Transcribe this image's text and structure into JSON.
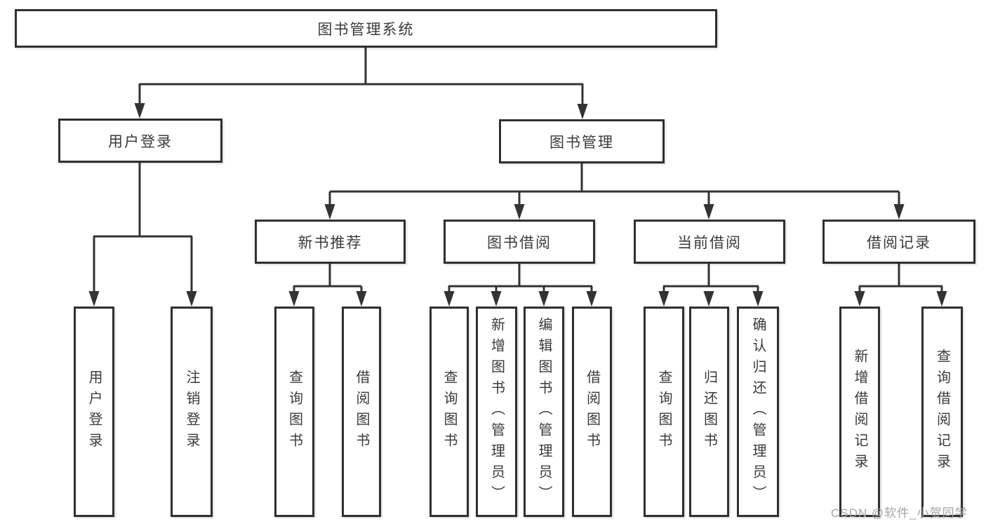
{
  "diagram": {
    "nodes": {
      "root": "图书管理系统",
      "user_login_branch": {
        "label": "用户登录",
        "children": [
          "用户登录",
          "注销登录"
        ]
      },
      "book_mgmt_branch": {
        "label": "图书管理",
        "modules": [
          {
            "label": "新书推荐",
            "children": [
              "查询图书",
              "借阅图书"
            ]
          },
          {
            "label": "图书借阅",
            "children": [
              "查询图书",
              "新增图书（管理员）",
              "编辑图书（管理员）",
              "借阅图书"
            ]
          },
          {
            "label": "当前借阅",
            "children": [
              "查询图书",
              "归还图书",
              "确认归还（管理员）"
            ]
          },
          {
            "label": "借阅记录",
            "children": [
              "新增借阅记录",
              "查询借阅记录"
            ]
          }
        ]
      }
    },
    "colors": {
      "background": "#ffffff",
      "box_border": "#2f2f2f",
      "box_fill": "#ffffff",
      "line": "#333333",
      "text": "#3a3a3a",
      "watermark_text_color": "#a3a3a3"
    }
  },
  "watermark": {
    "text": "CSDN @软件_小贺同学"
  }
}
